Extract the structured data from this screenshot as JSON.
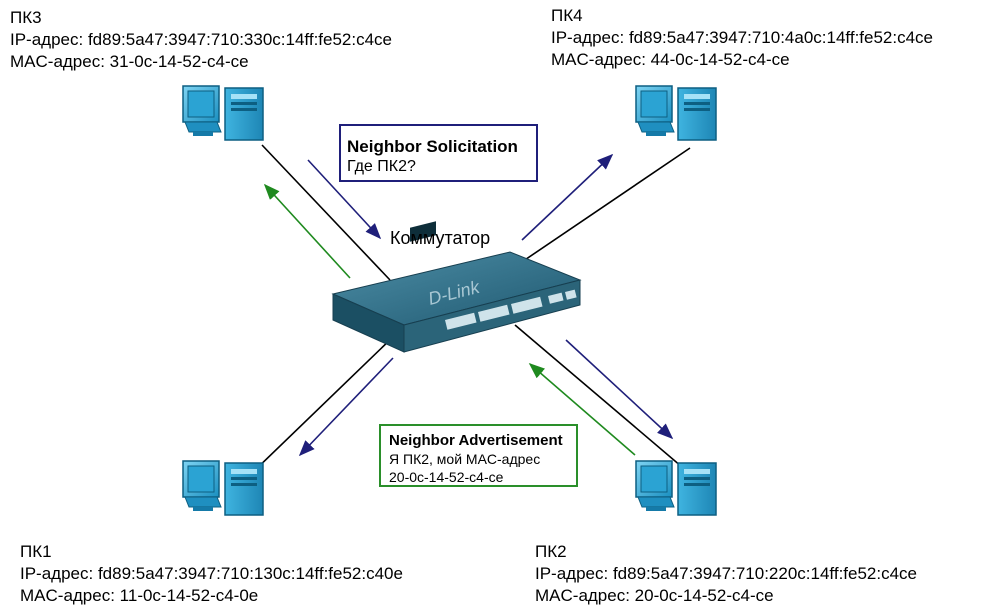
{
  "pcs": {
    "pc3": {
      "name": "ПК3",
      "ip": "IP-адрес: fd89:5a47:3947:710:330c:14ff:fe52:c4ce",
      "mac": "MAC-адрес: 31-0c-14-52-c4-ce"
    },
    "pc4": {
      "name": "ПК4",
      "ip": "IP-адрес: fd89:5a47:3947:710:4a0c:14ff:fe52:c4ce",
      "mac": "MAC-адрес: 44-0c-14-52-c4-ce"
    },
    "pc1": {
      "name": "ПК1",
      "ip": "IP-адрес: fd89:5a47:3947:710:130c:14ff:fe52:c40e",
      "mac": "MAC-адрес: 11-0c-14-52-c4-0e"
    },
    "pc2": {
      "name": "ПК2",
      "ip": "IP-адрес: fd89:5a47:3947:710:220c:14ff:fe52:c4ce",
      "mac": "MAC-адрес: 20-0c-14-52-c4-ce"
    }
  },
  "switch": {
    "label": "Коммутатор",
    "brand": "D-Link"
  },
  "solicitation": {
    "title": "Neighbor Solicitation",
    "line1": "Где ПК2?"
  },
  "advertisement": {
    "title": "Neighbor Advertisement",
    "line1": "Я ПК2, мой MAC-адрес",
    "line2": "20-0c-14-52-c4-ce"
  },
  "colors": {
    "solicitation_arrow": "#1f1f7a",
    "advertisement_arrow": "#1f8a1f",
    "link": "#000000",
    "computer": "#2aa5d6",
    "switch": "#2f6f86"
  }
}
